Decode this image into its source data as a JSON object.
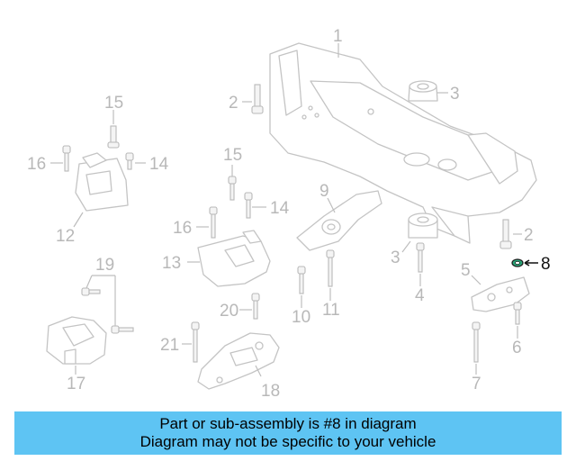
{
  "diagram": {
    "callouts": [
      "1",
      "2",
      "3",
      "15",
      "16",
      "14",
      "12",
      "15",
      "14",
      "16",
      "9",
      "13",
      "2",
      "8",
      "3",
      "5",
      "19",
      "4",
      "10",
      "11",
      "20",
      "6",
      "21",
      "7",
      "17",
      "18"
    ],
    "highlighted_callout": "8",
    "highlight_color": "#5ec4f3"
  },
  "banner": {
    "line1": "Part or sub-assembly is #8 in diagram",
    "line2": "Diagram may not be specific to your vehicle",
    "background": "#5ec4f3"
  }
}
